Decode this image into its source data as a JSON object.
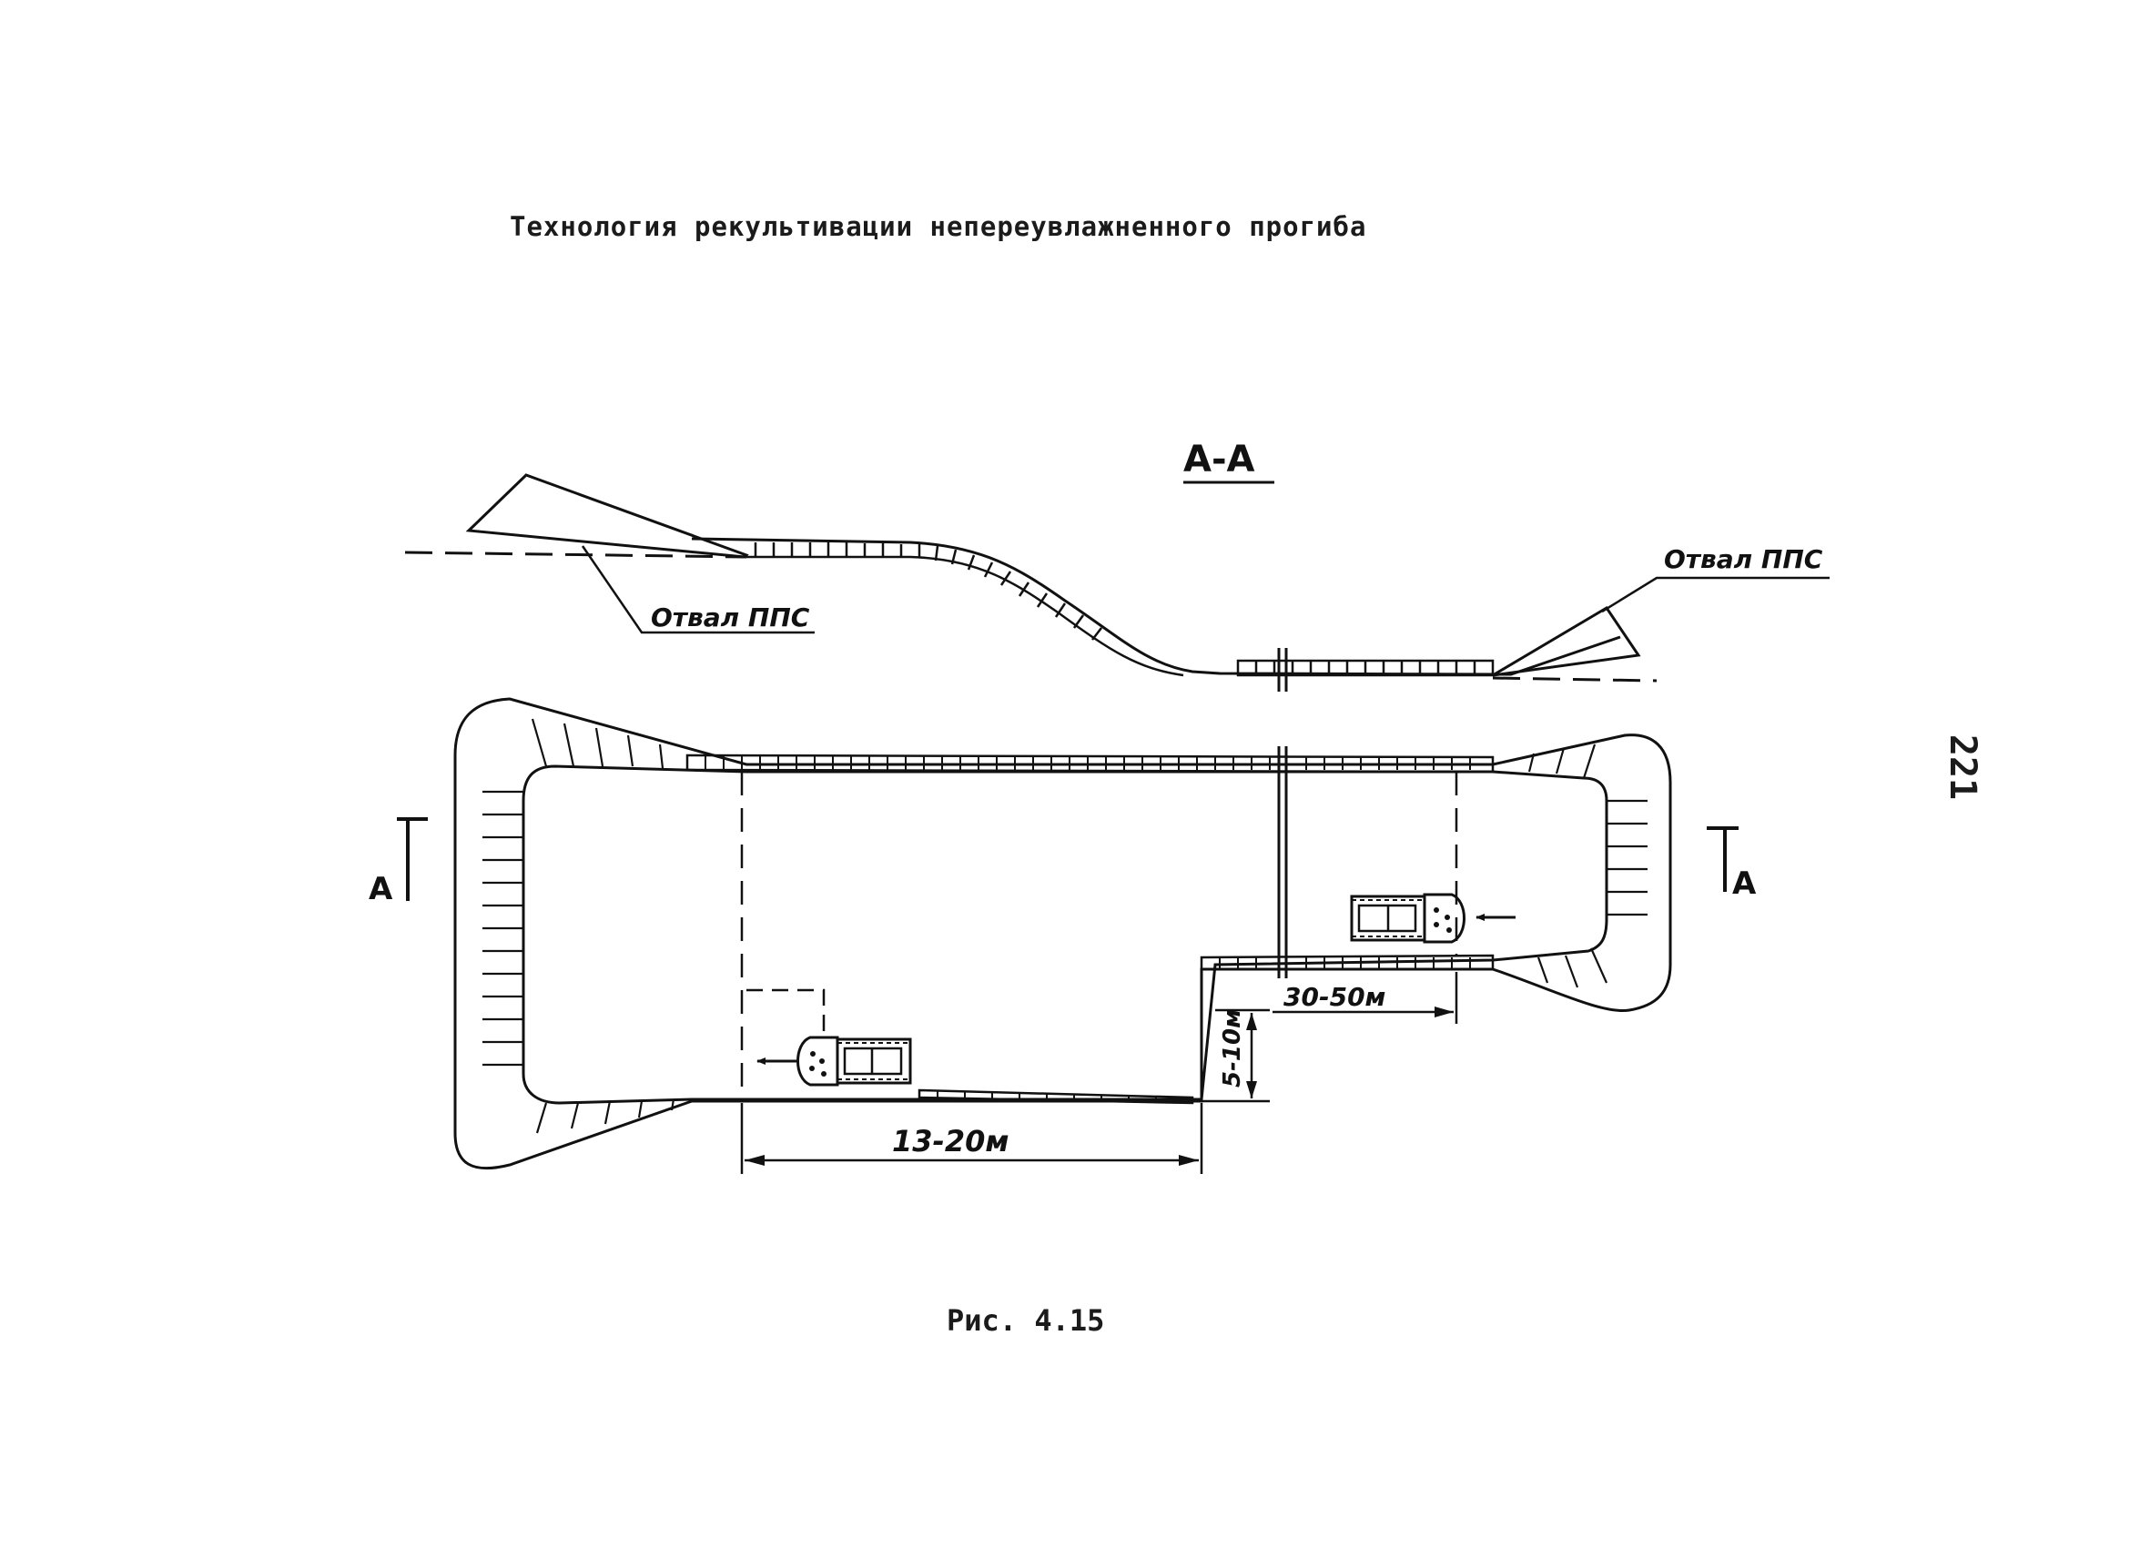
{
  "page": {
    "title": "Технология рекультивации непереувлажненного прогиба",
    "caption": "Рис. 4.15",
    "page_number": "221"
  },
  "section_view": {
    "label": "А-А",
    "dump_left_label": "Отвал ППС",
    "dump_right_label": "Отвал ППС"
  },
  "plan_view": {
    "section_marker_left": "А",
    "section_marker_right": "А",
    "dim_width": "13-20м",
    "dim_step_height": "5-10м",
    "dim_strip_length": "30-50м"
  }
}
